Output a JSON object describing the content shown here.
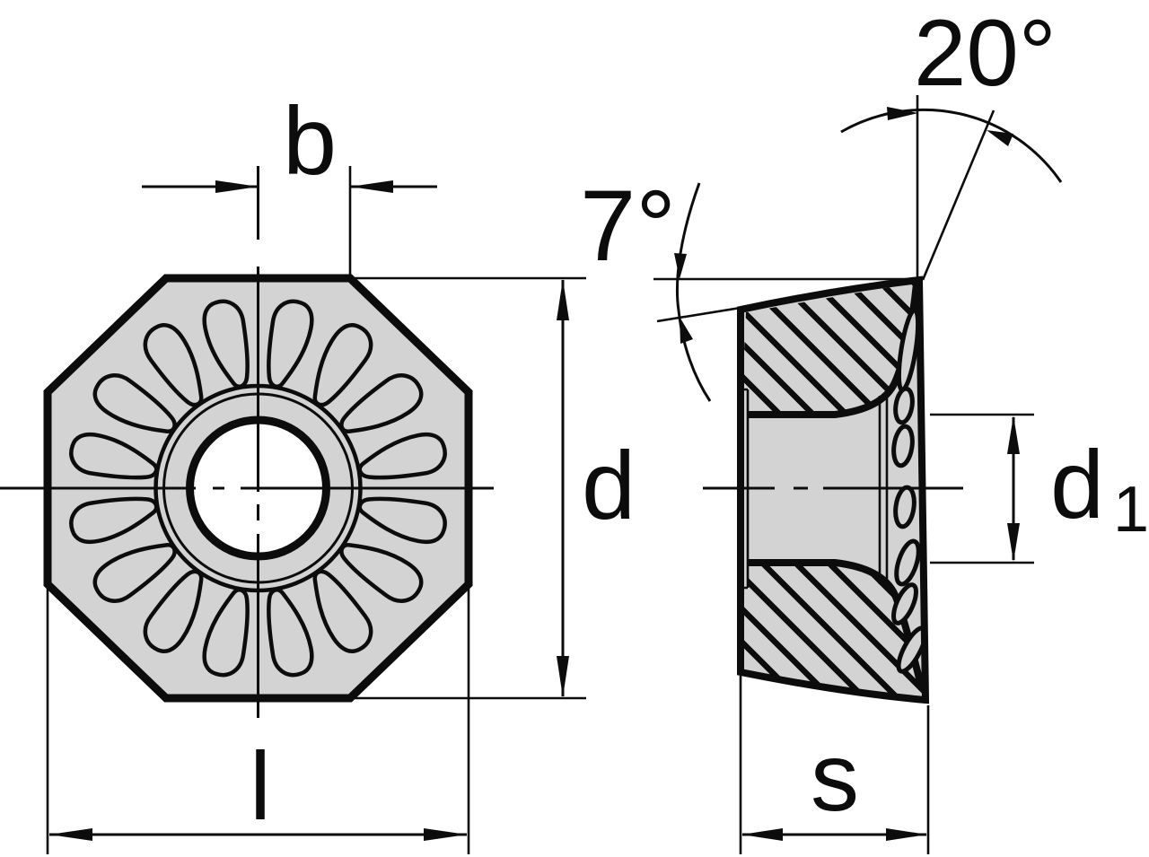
{
  "diagram": {
    "type": "technical-dimension-drawing",
    "subject": "octagonal indexable milling insert shown as front view and sectioned side view",
    "colors": {
      "line": "#0c0c0c",
      "insert_fill": "#d2d3d2",
      "background": "#ffffff",
      "hole_fill": "#ffffff"
    },
    "front_view": {
      "shape": "octagon",
      "dimple_count": 16,
      "dimensions": {
        "wiper_width_label": "b",
        "diameter_label": "d",
        "length_label": "l"
      }
    },
    "side_view": {
      "style": "section with 45-degree hatching",
      "dimensions": {
        "thickness_label": "s",
        "bore_label_base": "d",
        "bore_label_sub": "1",
        "edge_angle": "7°",
        "rake_angle": "20°"
      }
    }
  }
}
